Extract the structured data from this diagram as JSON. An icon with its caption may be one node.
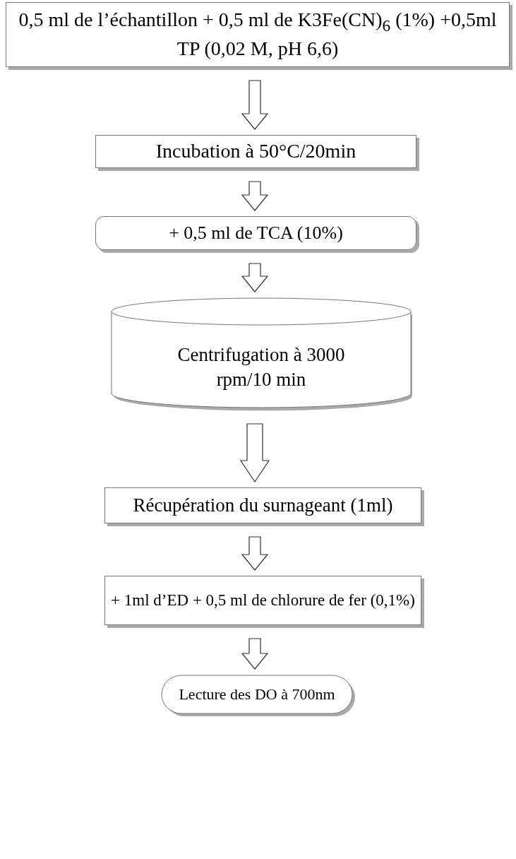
{
  "diagram": {
    "nodes": [
      {
        "text": [
          "0,5 ml de l’échantillon + 0,5 ml de K3Fe(CN)$_{6}$ (1%) +0,5ml TP (0,02 M, pH 6,6)"
        ]
      },
      {
        "text": [
          "Incubation à 50°C/20min"
        ]
      },
      {
        "text": [
          "+ 0,5 ml de TCA (10%)"
        ]
      },
      {
        "text": [
          "Centrifugation à 3000 rpm/10 min"
        ]
      },
      {
        "text": [
          "Récupération du surnageant (1ml)"
        ]
      },
      {
        "text": [
          "+ 1ml d’ED + 0,5 ml de chlorure de fer  (0,1%)"
        ]
      },
      {
        "text": [
          "Lecture des DO à 700nm"
        ]
      }
    ],
    "edges": [
      {
        "from": 0,
        "to": 1,
        "arrow": "to"
      },
      {
        "from": 1,
        "to": 2,
        "arrow": "to"
      },
      {
        "from": 2,
        "to": 3,
        "arrow": "to"
      },
      {
        "from": 3,
        "to": 4,
        "arrow": "to"
      },
      {
        "from": 4,
        "to": 5,
        "arrow": "to"
      },
      {
        "from": 5,
        "to": 6,
        "arrow": "to"
      }
    ]
  }
}
